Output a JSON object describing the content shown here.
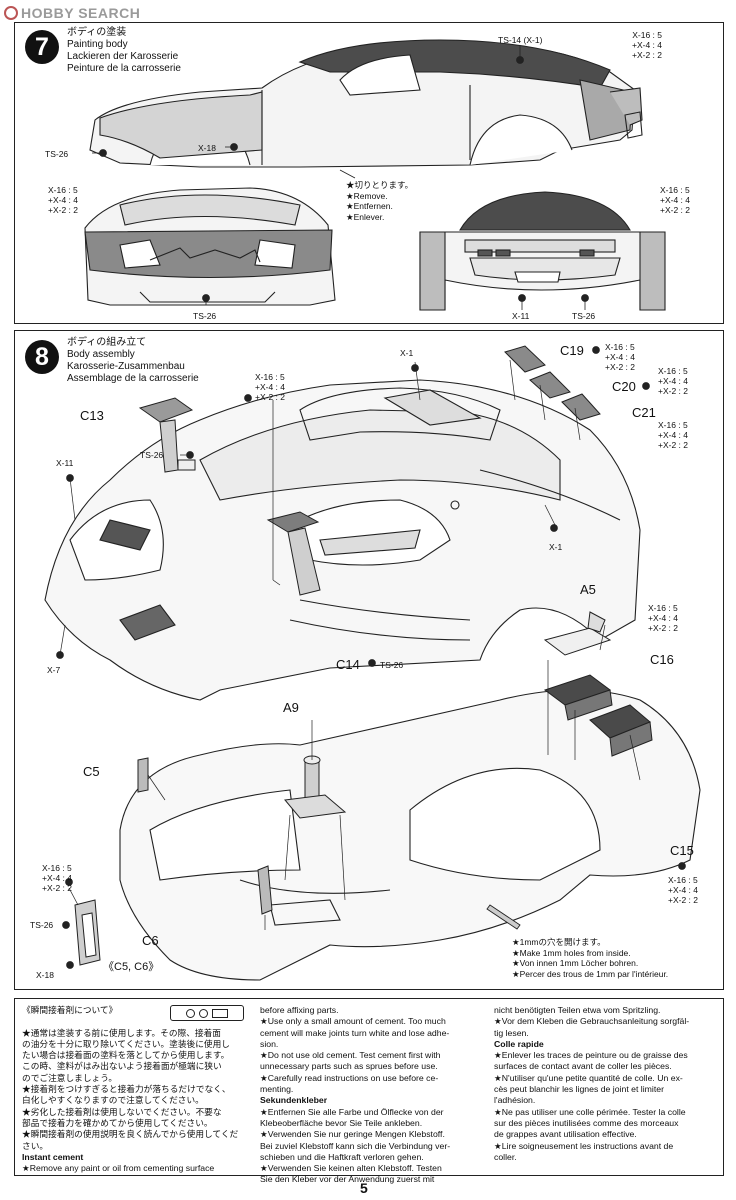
{
  "watermark": {
    "text": "HOBBY SEARCH"
  },
  "step7": {
    "number": "7",
    "title": [
      "ボディの塗装",
      "Painting body",
      "Lackieren der Karosserie",
      "Peinture de la carrosserie"
    ],
    "callouts": {
      "ts14": "TS-14 (X-1)",
      "mix_top": [
        "X-16 : 5",
        "+X-4 : 4",
        "+X-2 : 2"
      ],
      "ts26_side": "TS-26",
      "x18": "X-18",
      "mix_front": [
        "X-16 : 5",
        "+X-4 : 4",
        "+X-2 : 2"
      ],
      "mix_rear": [
        "X-16 : 5",
        "+X-4 : 4",
        "+X-2 : 2"
      ],
      "ts26_front": "TS-26",
      "x11_rear": "X-11",
      "ts26_rear": "TS-26"
    },
    "remove_note": [
      "★切りとります。",
      "★Remove.",
      "★Entfernen.",
      "★Enlever."
    ]
  },
  "step8": {
    "number": "8",
    "title": [
      "ボディの組み立て",
      "Body assembly",
      "Karosserie-Zusammenbau",
      "Assemblage de la carrosserie"
    ],
    "parts": {
      "c13": "C13",
      "c14": "C14",
      "c19": "C19",
      "c20": "C20",
      "c21": "C21",
      "a5": "A5",
      "a9": "A9",
      "c16": "C16",
      "c15": "C15",
      "c5": "C5",
      "c6": "C6"
    },
    "callouts": {
      "x1_top": "X-1",
      "x1_right": "X-1",
      "x11": "X-11",
      "x7": "X-7",
      "ts26_c13": "TS-26",
      "ts26_c14": "TS-26",
      "mix_c13": [
        "X-16 : 5",
        "+X-4 : 4",
        "+X-2 : 2"
      ],
      "mix_c19": [
        "X-16 : 5",
        "+X-4 : 4",
        "+X-2 : 2"
      ],
      "mix_c20": [
        "X-16 : 5",
        "+X-4 : 4",
        "+X-2 : 2"
      ],
      "mix_c21": [
        "X-16 : 5",
        "+X-4 : 4",
        "+X-2 : 2"
      ],
      "mix_a5": [
        "X-16 : 5",
        "+X-4 : 4",
        "+X-2 : 2"
      ],
      "mix_c15": [
        "X-16 : 5",
        "+X-4 : 4",
        "+X-2 : 2"
      ],
      "mix_c5": [
        "X-16 : 5",
        "+X-4 : 4",
        "+X-2 : 2"
      ],
      "ts26_c5": "TS-26",
      "x18_c5": "X-18",
      "c5c6_ref": "《C5, C6》"
    },
    "hole_note": [
      "★1mmの穴を開けます。",
      "★Make 1mm holes from inside.",
      "★Von innen 1mm Löcher bohren.",
      "★Percer des trous de 1mm par l'intérieur."
    ]
  },
  "cement": {
    "col1": [
      {
        "t": "《瞬間接着剤について》",
        "b": false
      },
      {
        "t": "",
        "b": false
      },
      {
        "t": "★通常は塗装する前に使用します。その際、接着面",
        "b": false
      },
      {
        "t": "の油分を十分に取り除いてください。塗装後に使用し",
        "b": false
      },
      {
        "t": "たい場合は接着面の塗料を落としてから使用します。",
        "b": false
      },
      {
        "t": "この時、塗料がはみ出ないよう接着面が極端に狭い",
        "b": false
      },
      {
        "t": "のでご注意しましょう。",
        "b": false
      },
      {
        "t": "★接着剤をつけすぎると接着力が落ちるだけでなく、",
        "b": false
      },
      {
        "t": "白化しやすくなりますので注意してください。",
        "b": false
      },
      {
        "t": "★劣化した接着剤は使用しないでください。不要な",
        "b": false
      },
      {
        "t": "部品で接着力を確かめてから使用してください。",
        "b": false
      },
      {
        "t": "★瞬間接着剤の使用説明を良く読んでから使用してくだ",
        "b": false
      },
      {
        "t": "さい。",
        "b": false
      },
      {
        "t": "Instant cement",
        "b": true
      },
      {
        "t": "★Remove any paint or oil from cementing surface",
        "b": false
      }
    ],
    "col2": [
      {
        "t": "before affixing parts.",
        "b": false
      },
      {
        "t": "★Use only a small amount of cement. Too much",
        "b": false
      },
      {
        "t": "cement will make joints turn white and lose adhe-",
        "b": false
      },
      {
        "t": "sion.",
        "b": false
      },
      {
        "t": "★Do not use old cement. Test cement first with",
        "b": false
      },
      {
        "t": "unnecessary parts such as sprues before use.",
        "b": false
      },
      {
        "t": "★Carefully read instructions on use before ce-",
        "b": false
      },
      {
        "t": "menting.",
        "b": false
      },
      {
        "t": "Sekundenkleber",
        "b": true
      },
      {
        "t": "★Entfernen Sie alle Farbe und Ölflecke von der",
        "b": false
      },
      {
        "t": "Klebeoberfläche bevor Sie Teile ankleben.",
        "b": false
      },
      {
        "t": "★Verwenden Sie nur geringe Mengen Klebstoff.",
        "b": false
      },
      {
        "t": "Bei zuviel Klebstoff kann sich die Verbindung ver-",
        "b": false
      },
      {
        "t": "schieben und die Haftkraft verloren gehen.",
        "b": false
      },
      {
        "t": "★Verwenden Sie keinen alten Klebstoff. Testen",
        "b": false
      },
      {
        "t": "Sie den Kleber vor der Anwendung zuerst mit",
        "b": false
      }
    ],
    "col3": [
      {
        "t": "nicht benötigten Teilen etwa vom Spritzling.",
        "b": false
      },
      {
        "t": "★Vor dem Kleben die Gebrauchsanleitung sorgfäl-",
        "b": false
      },
      {
        "t": "tig lesen.",
        "b": false
      },
      {
        "t": "Colle rapide",
        "b": true
      },
      {
        "t": "★Enlever les traces de peinture ou de graisse des",
        "b": false
      },
      {
        "t": "surfaces de contact avant de coller les pièces.",
        "b": false
      },
      {
        "t": "★N'utiliser qu'une petite quantité de colle. Un ex-",
        "b": false
      },
      {
        "t": "cès peut blanchir les lignes de joint et limiter",
        "b": false
      },
      {
        "t": "l'adhésion.",
        "b": false
      },
      {
        "t": "★Ne pas utiliser une colle périmée. Tester la colle",
        "b": false
      },
      {
        "t": "sur des pièces inutilisées comme des morceaux",
        "b": false
      },
      {
        "t": "de grappes avant utilisation effective.",
        "b": false
      },
      {
        "t": "★Lire soigneusement les instructions avant de",
        "b": false
      },
      {
        "t": "coller.",
        "b": false
      }
    ]
  },
  "page_number": "5"
}
